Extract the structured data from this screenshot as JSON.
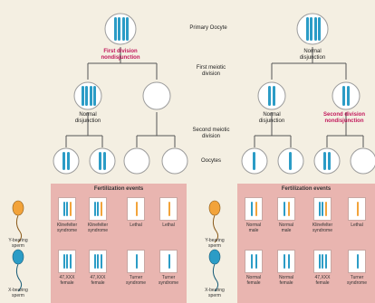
{
  "labels": {
    "primary_oocyte": "Primary Oocyte",
    "first_meiotic_division": "First meiotic\ndivision",
    "second_meiotic_division": "Second meiotic\ndivision",
    "oocytes": "Oocytes",
    "fertilization_events": "Fertilization events"
  },
  "left": {
    "first_div_note": "First division\nnondisjunction",
    "normal_disjunction": "Normal\ndisjunction",
    "sperm_y": "Y-bearing\nsperm",
    "sperm_x": "X-bearing\nsperm",
    "y_row": [
      "Klinefelter\nsyndrome",
      "Klinefelter\nsyndrome",
      "Lethal",
      "Lethal"
    ],
    "x_row": [
      "47,XXX\nfemale",
      "47,XXX\nfemale",
      "Turner\nsyndrome",
      "Turner\nsyndrome"
    ]
  },
  "right": {
    "normal_disjunction_top": "Normal\ndisjunction",
    "normal_disjunction": "Normal\ndisjunction",
    "second_div_note": "Second division\nnondisjunction",
    "sperm_y": "Y-bearing\nsperm",
    "sperm_x": "X-bearing\nsperm",
    "y_row": [
      "Normal\nmale",
      "Normal\nmale",
      "Klinefelter\nsyndrome",
      "Lethal"
    ],
    "x_row": [
      "Normal\nfemale",
      "Normal\nfemale",
      "47,XXX\nfemale",
      "Turner\nsyndrome"
    ]
  },
  "colors": {
    "panel": "#e9b5b0",
    "chromosome_x": "#2b9cc6",
    "chromosome_y": "#f2a33a",
    "nondisjunction_text": "#c2185b",
    "cell_fill": "#ffffff",
    "cell_stroke": "#9c9c9c"
  }
}
